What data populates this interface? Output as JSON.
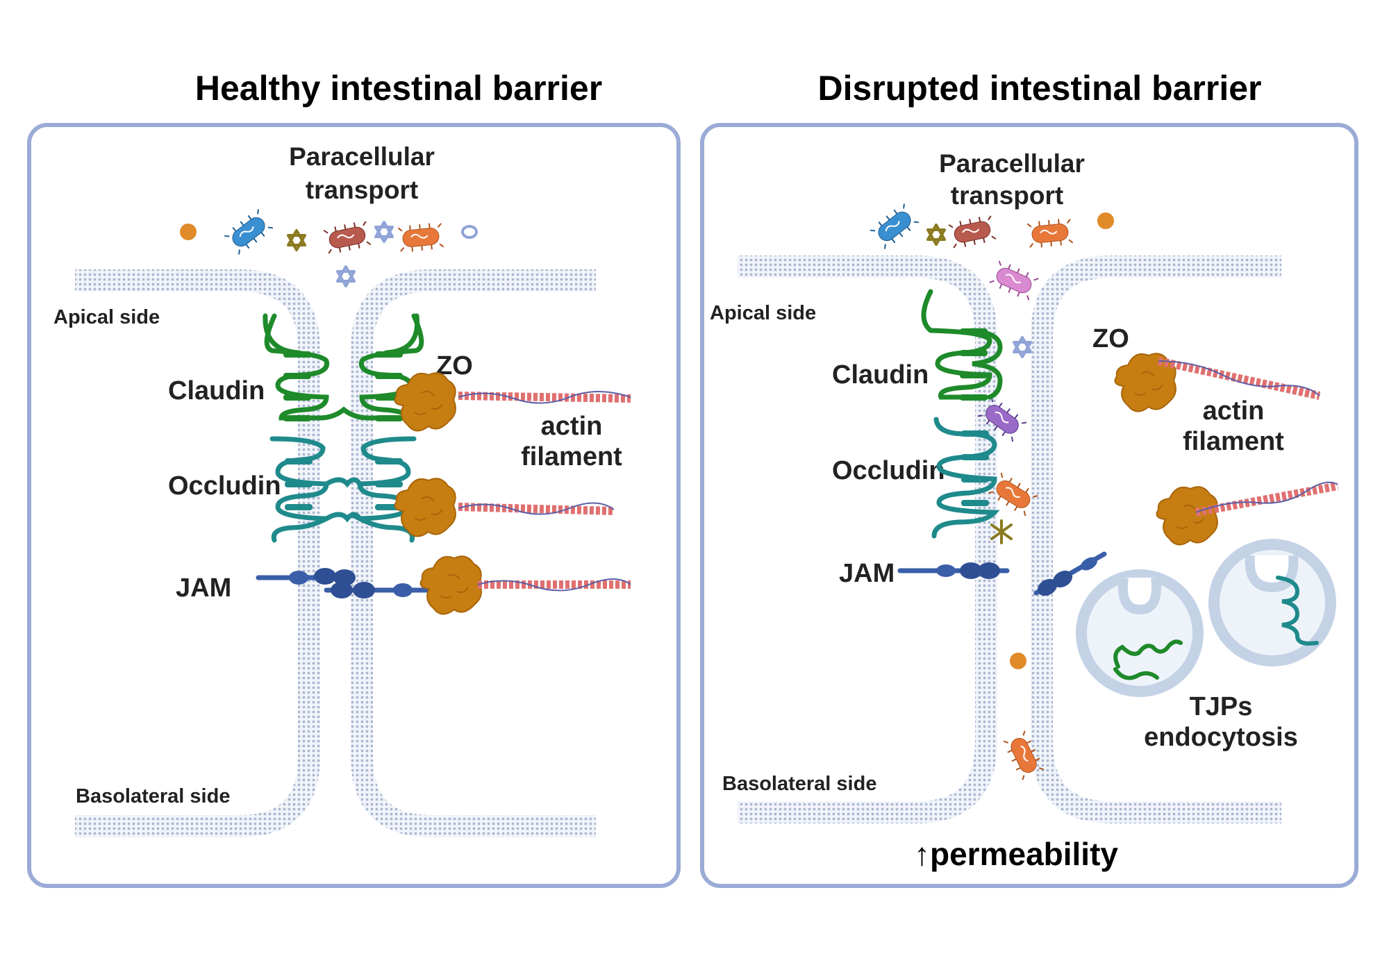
{
  "colors": {
    "panel_border": "#9aabd6",
    "membrane": "#b7c2d8",
    "claudin": "#1e8a2a",
    "occludin": "#1f8a8c",
    "jam": "#3a5ea8",
    "zo": "#c67e12",
    "actin": "#e07070",
    "vesicle": "#c4d2e6"
  },
  "panels": {
    "healthy": {
      "title": "Healthy intestinal barrier",
      "transport": [
        "Paracellular",
        "transport"
      ],
      "apical": "Apical side",
      "basolateral": "Basolateral side",
      "claudin": "Claudin",
      "occludin": "Occludin",
      "jam": "JAM",
      "zo": "ZO",
      "actin": [
        "actin",
        "filament"
      ]
    },
    "disrupted": {
      "title": "Disrupted intestinal barrier",
      "transport": [
        "Paracellular",
        "transport"
      ],
      "apical": "Apical side",
      "basolateral": "Basolateral side",
      "claudin": "Claudin",
      "occludin": "Occludin",
      "jam": "JAM",
      "zo": "ZO",
      "actin": [
        "actin",
        "filament"
      ],
      "endocytosis": [
        "TJPs",
        "endocytosis"
      ],
      "permeability": "↑permeability"
    }
  },
  "icons": [
    "bacterium-icon",
    "star-particle-icon",
    "sphere-particle-icon",
    "ring-particle-icon",
    "zo-protein-icon",
    "actin-filament-icon",
    "vesicle-icon"
  ]
}
